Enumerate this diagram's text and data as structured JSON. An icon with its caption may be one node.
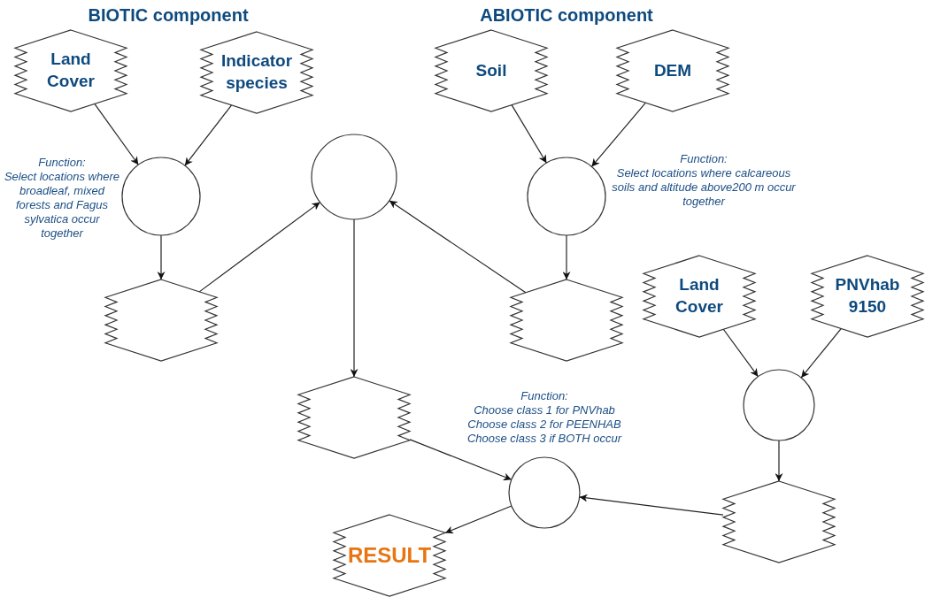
{
  "diagram": {
    "nodes": [
      {
        "text": [
          "Land Cover"
        ]
      },
      {
        "text": [
          "Indicator species"
        ]
      },
      {
        "text": [
          "Soil"
        ]
      },
      {
        "text": [
          "DEM"
        ]
      },
      {
        "text": [],
        "shape": "circle",
        "beside": [
          "Function:",
          "Select locations where broadleaf, mixed forests and Fagus sylvatica occur together"
        ]
      },
      {
        "text": [],
        "shape": "circle"
      },
      {
        "text": [],
        "shape": "circle",
        "beside": [
          "Function:",
          "Select locations where calcareous soils and altitude above200 m occur together"
        ]
      },
      {
        "text": [
          "Land Cover"
        ]
      },
      {
        "text": [
          "PNVhab 9150"
        ]
      },
      {
        "text": [],
        "shape": "hexagon"
      },
      {
        "text": [],
        "shape": "hexagon"
      },
      {
        "text": [],
        "shape": "circle"
      },
      {
        "text": [],
        "shape": "hexagon"
      },
      {
        "text": [],
        "shape": "hexagon"
      },
      {
        "text": [],
        "shape": "circle",
        "beside": [
          "Function:",
          "Choose class 1 for PNVhab",
          "Choose class 2 for PEENHAB",
          "Choose class 3 if BOTH occur"
        ]
      },
      {
        "text": [
          "RESULT"
        ]
      }
    ],
    "edges": [
      {
        "from": 0,
        "to": 4,
        "arrow": "to"
      },
      {
        "from": 1,
        "to": 4,
        "arrow": "to"
      },
      {
        "from": 2,
        "to": 6,
        "arrow": "to"
      },
      {
        "from": 3,
        "to": 6,
        "arrow": "to"
      },
      {
        "from": 4,
        "to": 9,
        "arrow": "to"
      },
      {
        "from": 6,
        "to": 10,
        "arrow": "to"
      },
      {
        "from": 9,
        "to": 5,
        "arrow": "to"
      },
      {
        "from": 10,
        "to": 5,
        "arrow": "to"
      },
      {
        "from": 5,
        "to": 12,
        "arrow": "to"
      },
      {
        "from": 7,
        "to": 11,
        "arrow": "to"
      },
      {
        "from": 8,
        "to": 11,
        "arrow": "to"
      },
      {
        "from": 11,
        "to": 13,
        "arrow": "to"
      },
      {
        "from": 12,
        "to": 14,
        "arrow": "to"
      },
      {
        "from": 13,
        "to": 14,
        "arrow": "to"
      },
      {
        "from": 14,
        "to": 15,
        "arrow": "to"
      }
    ],
    "labels": [
      "BIOTIC component",
      "ABIOTIC component"
    ]
  }
}
